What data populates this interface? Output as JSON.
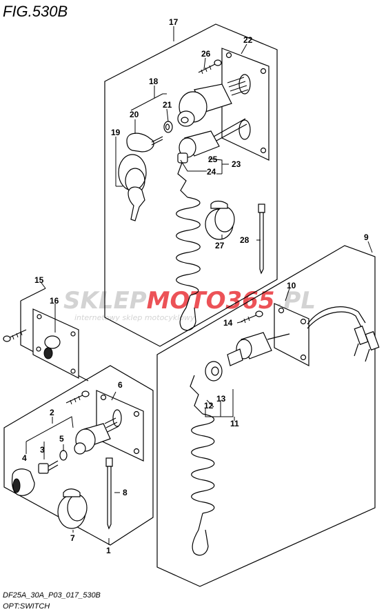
{
  "figure_title": "FIG.530B",
  "watermark": {
    "brand_part1": "SKLEP",
    "brand_part2": "MOTO",
    "brand_part3": "365",
    "brand_tld": ".PL",
    "tagline": "internetowy sklep motocyklowy"
  },
  "footer": {
    "code": "DF25A_30A_P03_017_530B",
    "caption": "OPT:SWITCH"
  },
  "colors": {
    "line": "#000000",
    "watermark_gray": "#c9c9c9",
    "watermark_red": "#e8282e"
  },
  "callouts": {
    "c1": "1",
    "c2": "2",
    "c3": "3",
    "c4": "4",
    "c5": "5",
    "c6": "6",
    "c7": "7",
    "c8": "8",
    "c9": "9",
    "c10": "10",
    "c11": "11",
    "c12": "12",
    "c13": "13",
    "c14": "14",
    "c15": "15",
    "c16": "16",
    "c17": "17",
    "c18": "18",
    "c19": "19",
    "c20": "20",
    "c21": "21",
    "c22": "22",
    "c23": "23",
    "c24": "24",
    "c25": "25",
    "c26": "26",
    "c27": "27",
    "c28": "28"
  }
}
